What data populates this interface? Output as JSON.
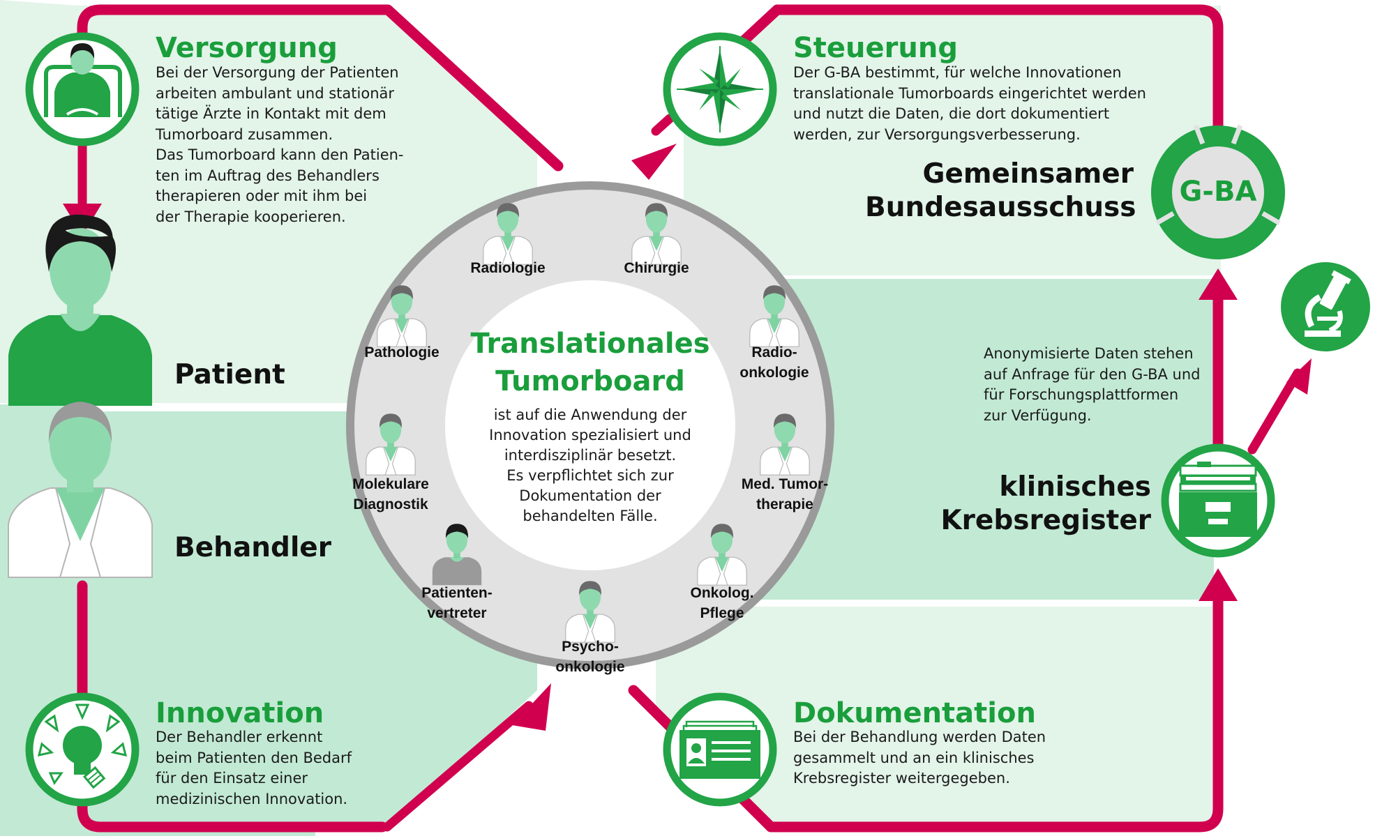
{
  "sections": {
    "versorgung": {
      "title": "Versorgung",
      "lines": [
        "Bei der Versorgung der Patienten",
        "arbeiten ambulant und stationär",
        "tätige Ärzte in Kontakt mit dem",
        "Tumorboard zusammen.",
        "Das Tumorboard kann den Patien-",
        "ten im Auftrag des Behandlers",
        "therapieren oder mit ihm bei",
        "der Therapie kooperieren."
      ]
    },
    "steuerung": {
      "title": "Steuerung",
      "lines": [
        "Der G-BA bestimmt, für welche Innovationen",
        "translationale Tumorboards eingerichtet werden",
        "und nutzt die Daten, die dort dokumentiert",
        "werden, zur Versorgungsverbesserung."
      ]
    },
    "innovation": {
      "title": "Innovation",
      "lines": [
        "Der Behandler erkennt",
        "beim Patienten den Bedarf",
        "für den Einsatz einer",
        "medizinischen Innovation."
      ]
    },
    "dokumentation": {
      "title": "Dokumentation",
      "lines": [
        "Bei der Behandlung werden Daten",
        "gesammelt und an ein klinisches",
        "Krebsregister weitergegeben."
      ]
    },
    "anonym": {
      "lines": [
        "Anonymisierte Daten stehen",
        "auf Anfrage für den G-BA und",
        "für Forschungsplattformen",
        "zur Verfügung."
      ]
    }
  },
  "labels": {
    "patient": "Patient",
    "behandler": "Behandler",
    "gba_name": [
      "Gemeinsamer",
      "Bundesausschuss"
    ],
    "gba_badge": "G-BA",
    "register": [
      "klinisches",
      "Krebsregister"
    ]
  },
  "board": {
    "title": [
      "Translationales",
      "Tumorboard"
    ],
    "lines": [
      "ist auf die Anwendung der",
      "Innovation spezialisiert und",
      "interdisziplinär besetzt.",
      "Es verpflichtet sich zur",
      "Dokumentation der",
      "behandelten Fälle."
    ],
    "specialists": [
      {
        "lines": [
          "Radiologie"
        ]
      },
      {
        "lines": [
          "Chirurgie"
        ]
      },
      {
        "lines": [
          "Pathologie"
        ]
      },
      {
        "lines": [
          "Radio-",
          "onkologie"
        ]
      },
      {
        "lines": [
          "Molekulare",
          "Diagnostik"
        ]
      },
      {
        "lines": [
          "Med. Tumor-",
          "therapie"
        ]
      },
      {
        "lines": [
          "Patienten-",
          "vertreter"
        ]
      },
      {
        "lines": [
          "Onkolog.",
          "Pflege"
        ]
      },
      {
        "lines": [
          "Psycho-",
          "onkologie"
        ]
      }
    ]
  },
  "icons": [
    "bed-patient-icon",
    "compass-icon",
    "lightbulb-icon",
    "id-card-icon",
    "card-index-icon",
    "microscope-icon",
    "doctor-icon"
  ],
  "colors": {
    "accent_green": "#1a9e3c",
    "icon_green": "#22a447",
    "light_green": "#e3f4e9",
    "mid_green": "#c2e9d4",
    "magenta": "#d0004f",
    "ring_gray": "#9a9a9a",
    "ring_fill": "#e2e2e2"
  }
}
